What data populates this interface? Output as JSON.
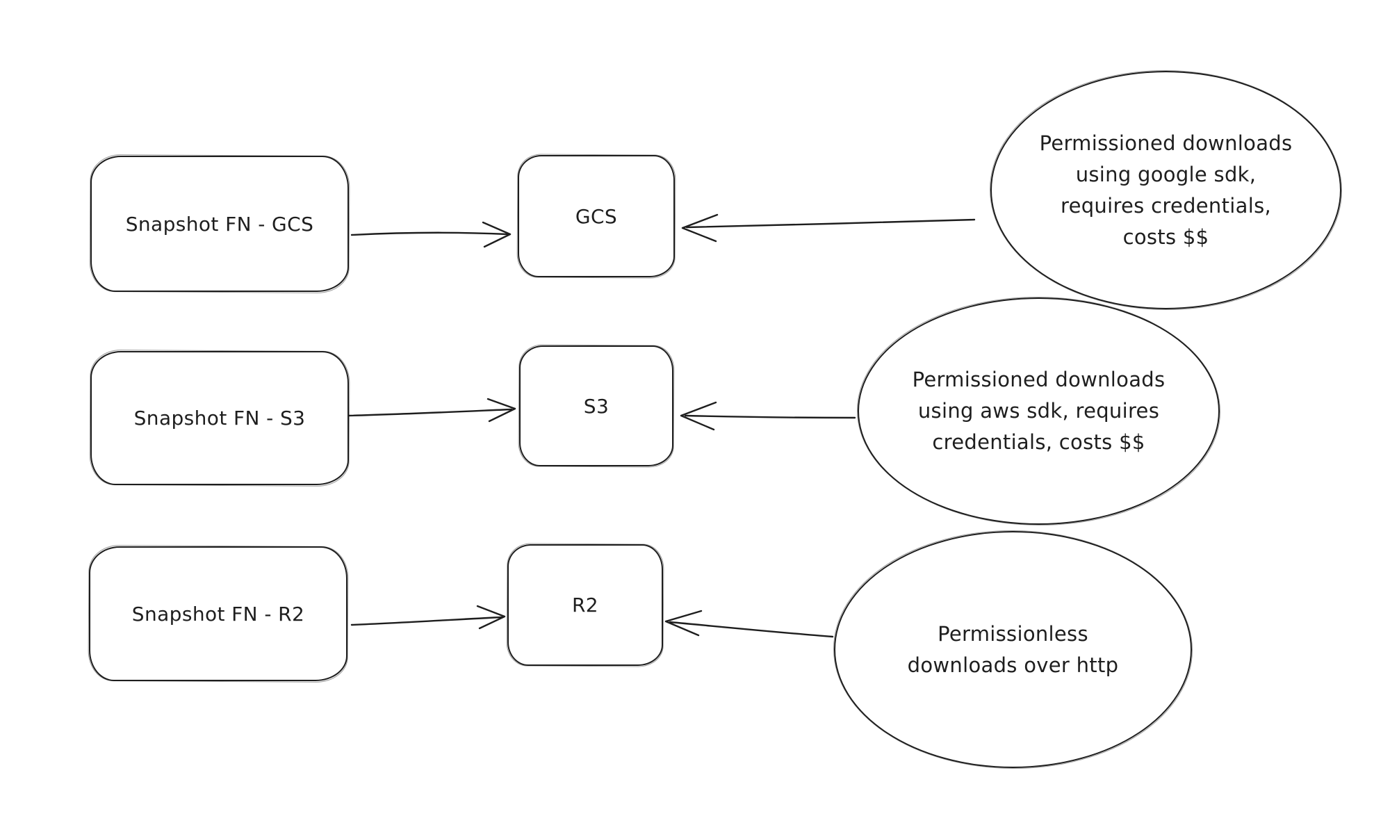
{
  "diagram": {
    "style": "hand-drawn",
    "background_color": "#ffffff",
    "stroke_color": "#1e1e1e",
    "rows": [
      {
        "source_label": "Snapshot FN - GCS",
        "target_label": "GCS",
        "note_text": "Permissioned downloads using google sdk, requires credentials, costs $$",
        "note_lines": [
          "Permissioned downloads",
          "using google sdk,",
          "requires credentials,",
          "costs $$"
        ]
      },
      {
        "source_label": "Snapshot FN - S3",
        "target_label": "S3",
        "note_text": "Permissioned downloads using aws sdk, requires credentials, costs $$",
        "note_lines": [
          "Permissioned downloads",
          "using aws sdk, requires",
          "credentials, costs $$"
        ]
      },
      {
        "source_label": "Snapshot FN - R2",
        "target_label": "R2",
        "note_text": "Permissionless downloads over http",
        "note_lines": [
          "Permissionless",
          "downloads over http"
        ]
      }
    ],
    "edges": [
      {
        "from": "Snapshot FN - GCS",
        "to": "GCS",
        "direction": "right"
      },
      {
        "from": "Permissioned downloads using google sdk, requires credentials, costs $$",
        "to": "GCS",
        "direction": "left"
      },
      {
        "from": "Snapshot FN - S3",
        "to": "S3",
        "direction": "right"
      },
      {
        "from": "Permissioned downloads using aws sdk, requires credentials, costs $$",
        "to": "S3",
        "direction": "left"
      },
      {
        "from": "Snapshot FN - R2",
        "to": "R2",
        "direction": "right"
      },
      {
        "from": "Permissionless downloads over http",
        "to": "R2",
        "direction": "left"
      }
    ]
  }
}
